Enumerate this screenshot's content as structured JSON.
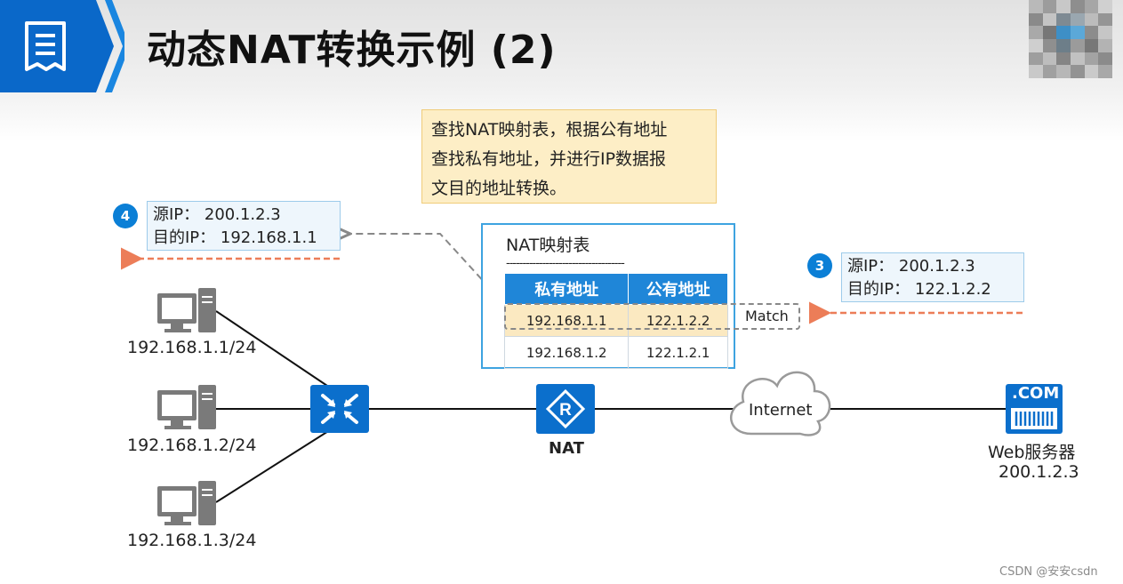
{
  "title": "动态NAT转换示例 (2)",
  "note": {
    "line1": "查找NAT映射表，根据公有地址",
    "line2": "查找私有地址，并进行IP数据报",
    "line3": "文目的地址转换。"
  },
  "callout_left": {
    "step": "4",
    "src": "源IP：  200.1.2.3",
    "dst": "目的IP：  192.168.1.1"
  },
  "callout_right": {
    "step": "3",
    "src": "源IP：  200.1.2.3",
    "dst": "目的IP：  122.1.2.2"
  },
  "nat_table": {
    "title": "NAT映射表",
    "dashes": "------------------------------------",
    "headers": [
      "私有地址",
      "公有地址"
    ],
    "rows": [
      [
        "192.168.1.1",
        "122.1.2.2"
      ],
      [
        "192.168.1.2",
        "122.1.2.1"
      ]
    ],
    "match_label": "Match"
  },
  "hosts": [
    "192.168.1.1/24",
    "192.168.1.2/24",
    "192.168.1.3/24"
  ],
  "nat_label": "NAT",
  "internet_label": "Internet",
  "server": {
    "com_label": ".COM",
    "name": "Web服务器",
    "ip": "200.1.2.3"
  },
  "watermark": "CSDN @安安csdn",
  "colors": {
    "brand_blue": "#0b6fcc",
    "accent_orange": "#ec7d58",
    "icon_gray": "#7a7a7a"
  }
}
